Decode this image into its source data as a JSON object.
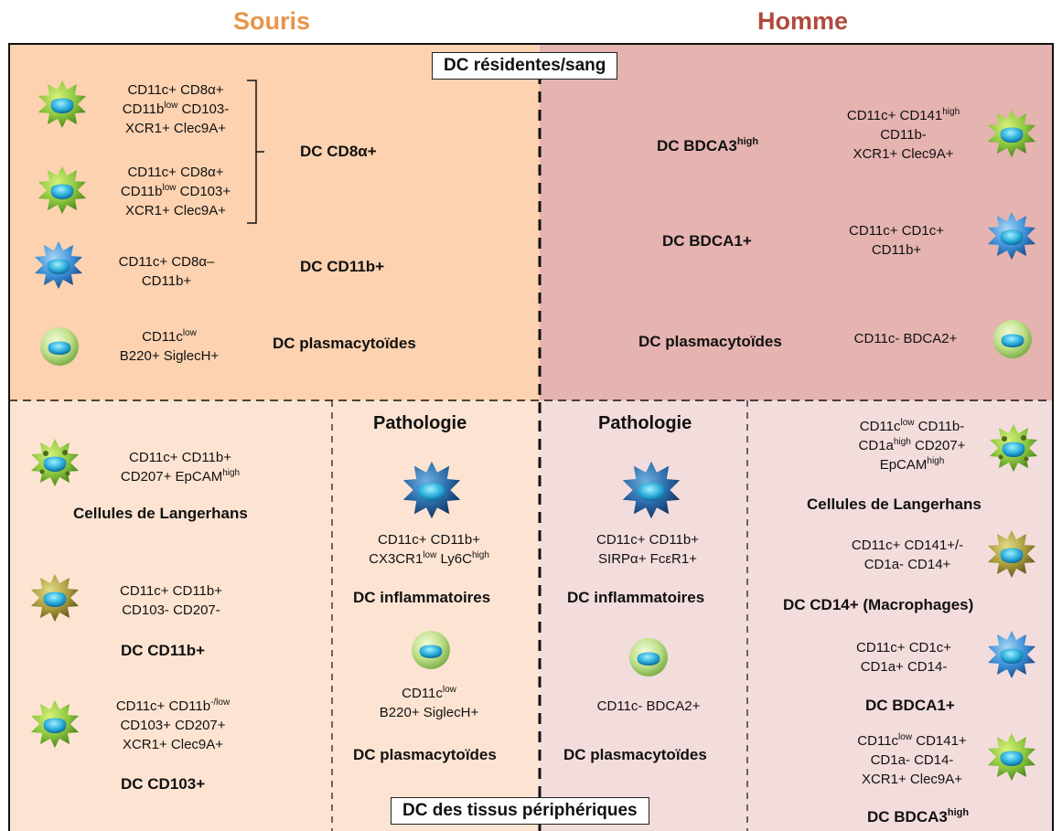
{
  "headers": {
    "left": "Souris",
    "right": "Homme"
  },
  "boxes": {
    "top": "DC résidentes/sang",
    "bottom": "DC des tissus périphériques"
  },
  "colors": {
    "souris_header": "#e8954a",
    "homme_header": "#b04a3c",
    "mouse_resident_bg": "#fcd2b0",
    "human_resident_bg": "#e5b3b0",
    "mouse_tissue_bg": "#fde4d2",
    "human_tissue_bg": "#f3dcdc"
  },
  "mouse_resident": {
    "cell1": {
      "icon": "green-spiky-dendritic-cell-icon",
      "markers": [
        "CD11c+ CD8α+",
        "CD11b",
        "low",
        " CD103-",
        "XCR1+ Clec9A+"
      ]
    },
    "cell2": {
      "icon": "green-spiky-dendritic-cell-icon",
      "markers": [
        "CD11c+ CD8α+",
        "CD11b",
        "low",
        " CD103+",
        "XCR1+ Clec9A+"
      ]
    },
    "cell3": {
      "icon": "blue-spiky-dendritic-cell-icon",
      "markers": [
        "CD11c+ CD8α–",
        "CD11b+"
      ]
    },
    "cell4": {
      "icon": "green-round-cell-icon",
      "markers": [
        "CD11c",
        "low",
        "B220+ SiglecH+"
      ]
    },
    "labels": {
      "cd8": "DC CD8α+",
      "cd11b": "DC CD11b+",
      "pdc": "DC plasmacytoïdes"
    }
  },
  "human_resident": {
    "cell1": {
      "icon": "green-spiky-dendritic-cell-icon",
      "markers": [
        "CD11c+ CD141",
        "high",
        "CD11b-",
        "XCR1+ Clec9A+"
      ],
      "label_main": "DC BDCA3",
      "label_sup": "high"
    },
    "cell2": {
      "icon": "blue-spiky-dendritic-cell-icon",
      "markers": [
        "CD11c+ CD1c+",
        "CD11b+"
      ],
      "label": "DC BDCA1+"
    },
    "cell3": {
      "icon": "green-round-cell-icon",
      "markers": [
        "CD11c- BDCA2+"
      ],
      "label": "DC plasmacytoïdes"
    }
  },
  "mouse_tissue": {
    "langerhans": {
      "icon": "green-spotted-langerhans-cell-icon",
      "markers": [
        "CD11c+ CD11b+",
        "CD207+ EpCAM",
        "high"
      ],
      "label": "Cellules de Langerhans"
    },
    "cd11b": {
      "icon": "olive-spiky-dendritic-cell-icon",
      "markers": [
        "CD11c+ CD11b+",
        "CD103- CD207-"
      ],
      "label": "DC CD11b+"
    },
    "cd103": {
      "icon": "green-spiky-dendritic-cell-icon",
      "markers": [
        "CD11c+ CD11b",
        "-/low",
        "CD103+ CD207+",
        "XCR1+ Clec9A+"
      ],
      "label": "DC CD103+"
    }
  },
  "mouse_patho": {
    "title": "Pathologie",
    "inflam": {
      "icon": "dark-blue-spiky-dendritic-cell-icon",
      "markers": [
        "CD11c+ CD11b+",
        "CX3CR1",
        "low",
        " Ly6C",
        "high"
      ],
      "label": "DC inflammatoires"
    },
    "pdc": {
      "icon": "green-round-cell-icon",
      "markers": [
        "CD11c",
        "low",
        "B220+ SiglecH+"
      ],
      "label": "DC plasmacytoïdes"
    }
  },
  "human_patho": {
    "title": "Pathologie",
    "inflam": {
      "icon": "dark-blue-spiky-dendritic-cell-icon",
      "markers": [
        "CD11c+ CD11b+",
        "SIRPα+ FcεR1+"
      ],
      "label": "DC inflammatoires"
    },
    "pdc": {
      "icon": "green-round-cell-icon",
      "markers": [
        "CD11c- BDCA2+"
      ],
      "label": "DC plasmacytoïdes"
    }
  },
  "human_tissue": {
    "langerhans": {
      "icon": "green-spotted-langerhans-cell-icon",
      "markers": [
        "CD11c",
        "low",
        " CD11b-",
        "CD1a",
        "high",
        " CD207+",
        "EpCAM",
        "high"
      ],
      "label": "Cellules de Langerhans"
    },
    "cd14": {
      "icon": "olive-spiky-dendritic-cell-icon",
      "markers": [
        "CD11c+ CD141+/-",
        "CD1a- CD14+"
      ],
      "label": "DC CD14+ (Macrophages)"
    },
    "bdca1": {
      "icon": "blue-spiky-dendritic-cell-icon",
      "markers": [
        "CD11c+ CD1c+",
        "CD1a+ CD14-"
      ],
      "label": "DC BDCA1+"
    },
    "bdca3": {
      "icon": "green-spiky-dendritic-cell-icon",
      "markers": [
        "CD11c",
        "low",
        " CD141+",
        "CD1a- CD14-",
        "XCR1+ Clec9A+"
      ],
      "label_main": "DC BDCA3",
      "label_sup": "high"
    }
  }
}
